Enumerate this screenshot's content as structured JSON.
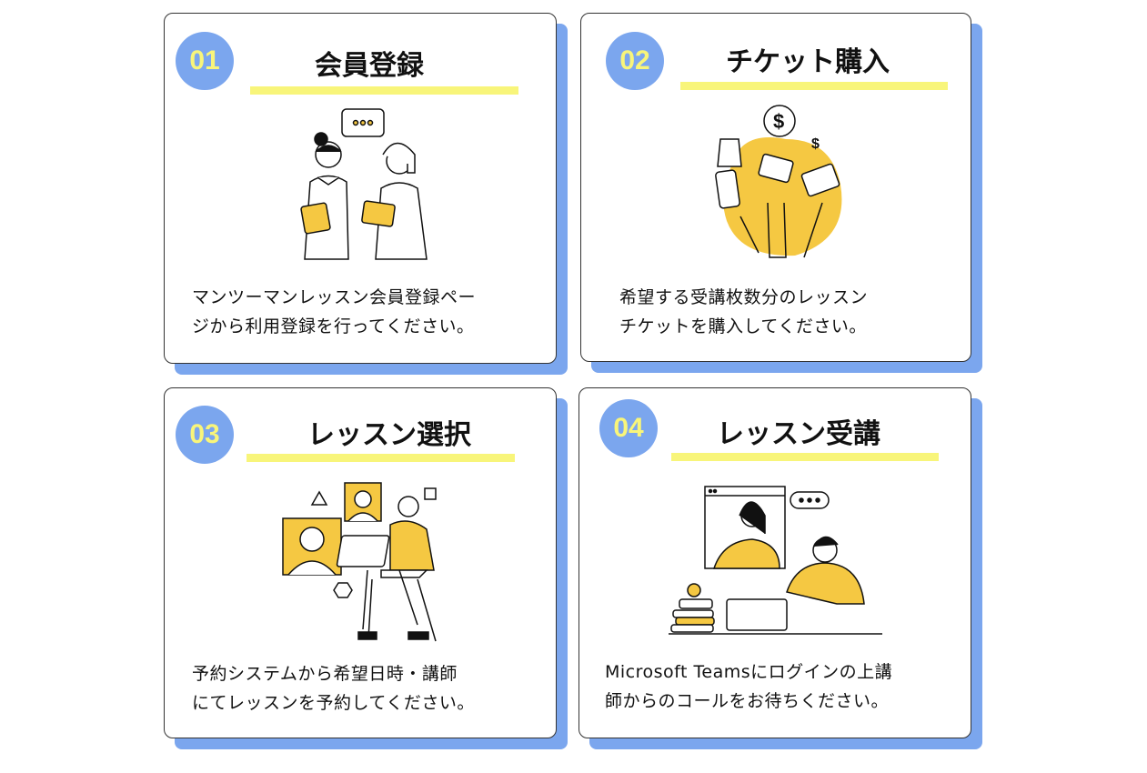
{
  "colors": {
    "accent_blue": "#7ba6ee",
    "accent_yellow": "#f8f57a",
    "illustration_yellow": "#f5c842"
  },
  "steps": [
    {
      "number": "01",
      "title": "会員登録",
      "lines": [
        "マンツーマンレッスン会員登録ペー",
        "ジから利用登録を行ってください。"
      ],
      "illustration": "two-women-chatting-illustration"
    },
    {
      "number": "02",
      "title": "チケット購入",
      "lines": [
        "希望する受講枚数分のレッスン",
        "チケットを購入してください。"
      ],
      "illustration": "purchase-payment-illustration"
    },
    {
      "number": "03",
      "title": "レッスン選択",
      "lines": [
        "予約システムから希望日時・講師",
        "にてレッスンを予約してください。"
      ],
      "illustration": "online-selection-illustration"
    },
    {
      "number": "04",
      "title": "レッスン受講",
      "lines": [
        "Microsoft Teamsにログインの上講",
        "師からのコールをお待ちください。"
      ],
      "illustration": "video-lesson-illustration"
    }
  ]
}
